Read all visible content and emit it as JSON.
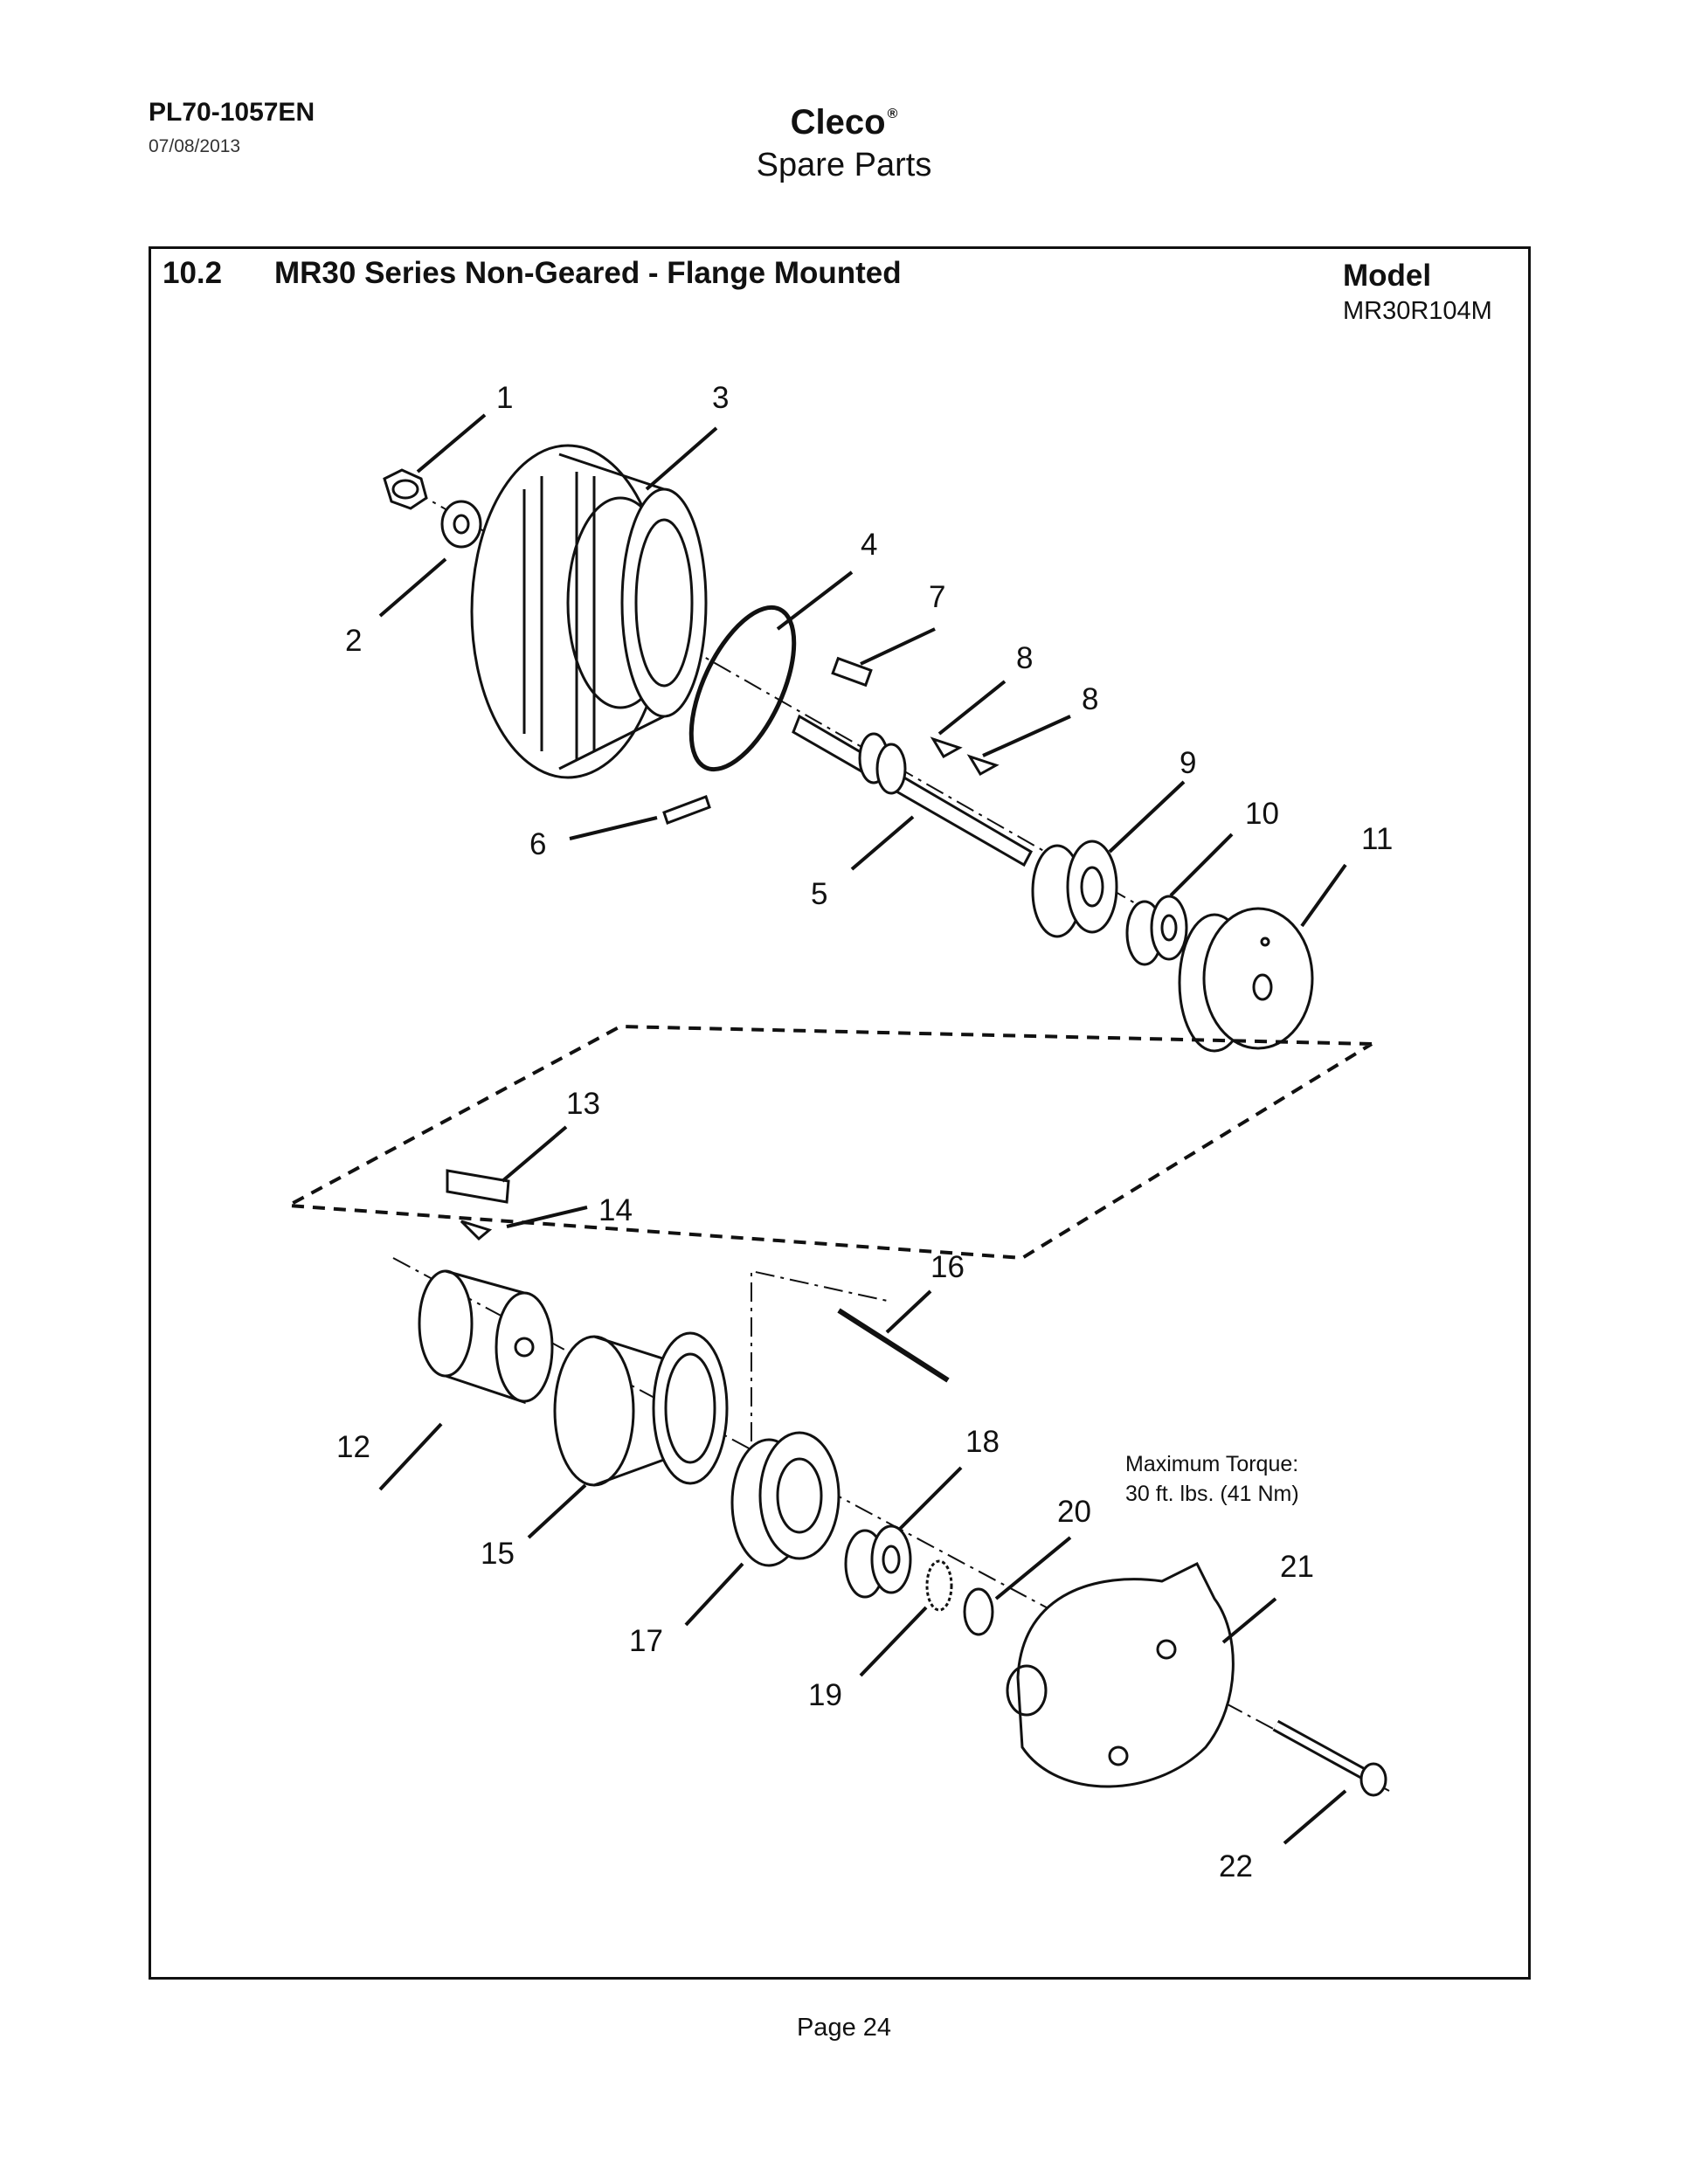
{
  "header": {
    "doc_id": "PL70-1057EN",
    "date": "07/08/2013",
    "brand": "Cleco",
    "brand_mark": "®",
    "subtitle": "Spare Parts"
  },
  "section": {
    "number": "10.2",
    "title": "MR30 Series Non-Geared - Flange Mounted",
    "model_label": "Model",
    "model_value": "MR30R104M"
  },
  "torque": {
    "label": "Maximum Torque:",
    "value": "30 ft. lbs. (41 Nm)"
  },
  "callouts": [
    "1",
    "2",
    "3",
    "4",
    "5",
    "6",
    "7",
    "8",
    "8",
    "9",
    "10",
    "11",
    "12",
    "13",
    "14",
    "15",
    "16",
    "17",
    "18",
    "19",
    "20",
    "21",
    "22"
  ],
  "footer": {
    "page": "Page 24"
  }
}
